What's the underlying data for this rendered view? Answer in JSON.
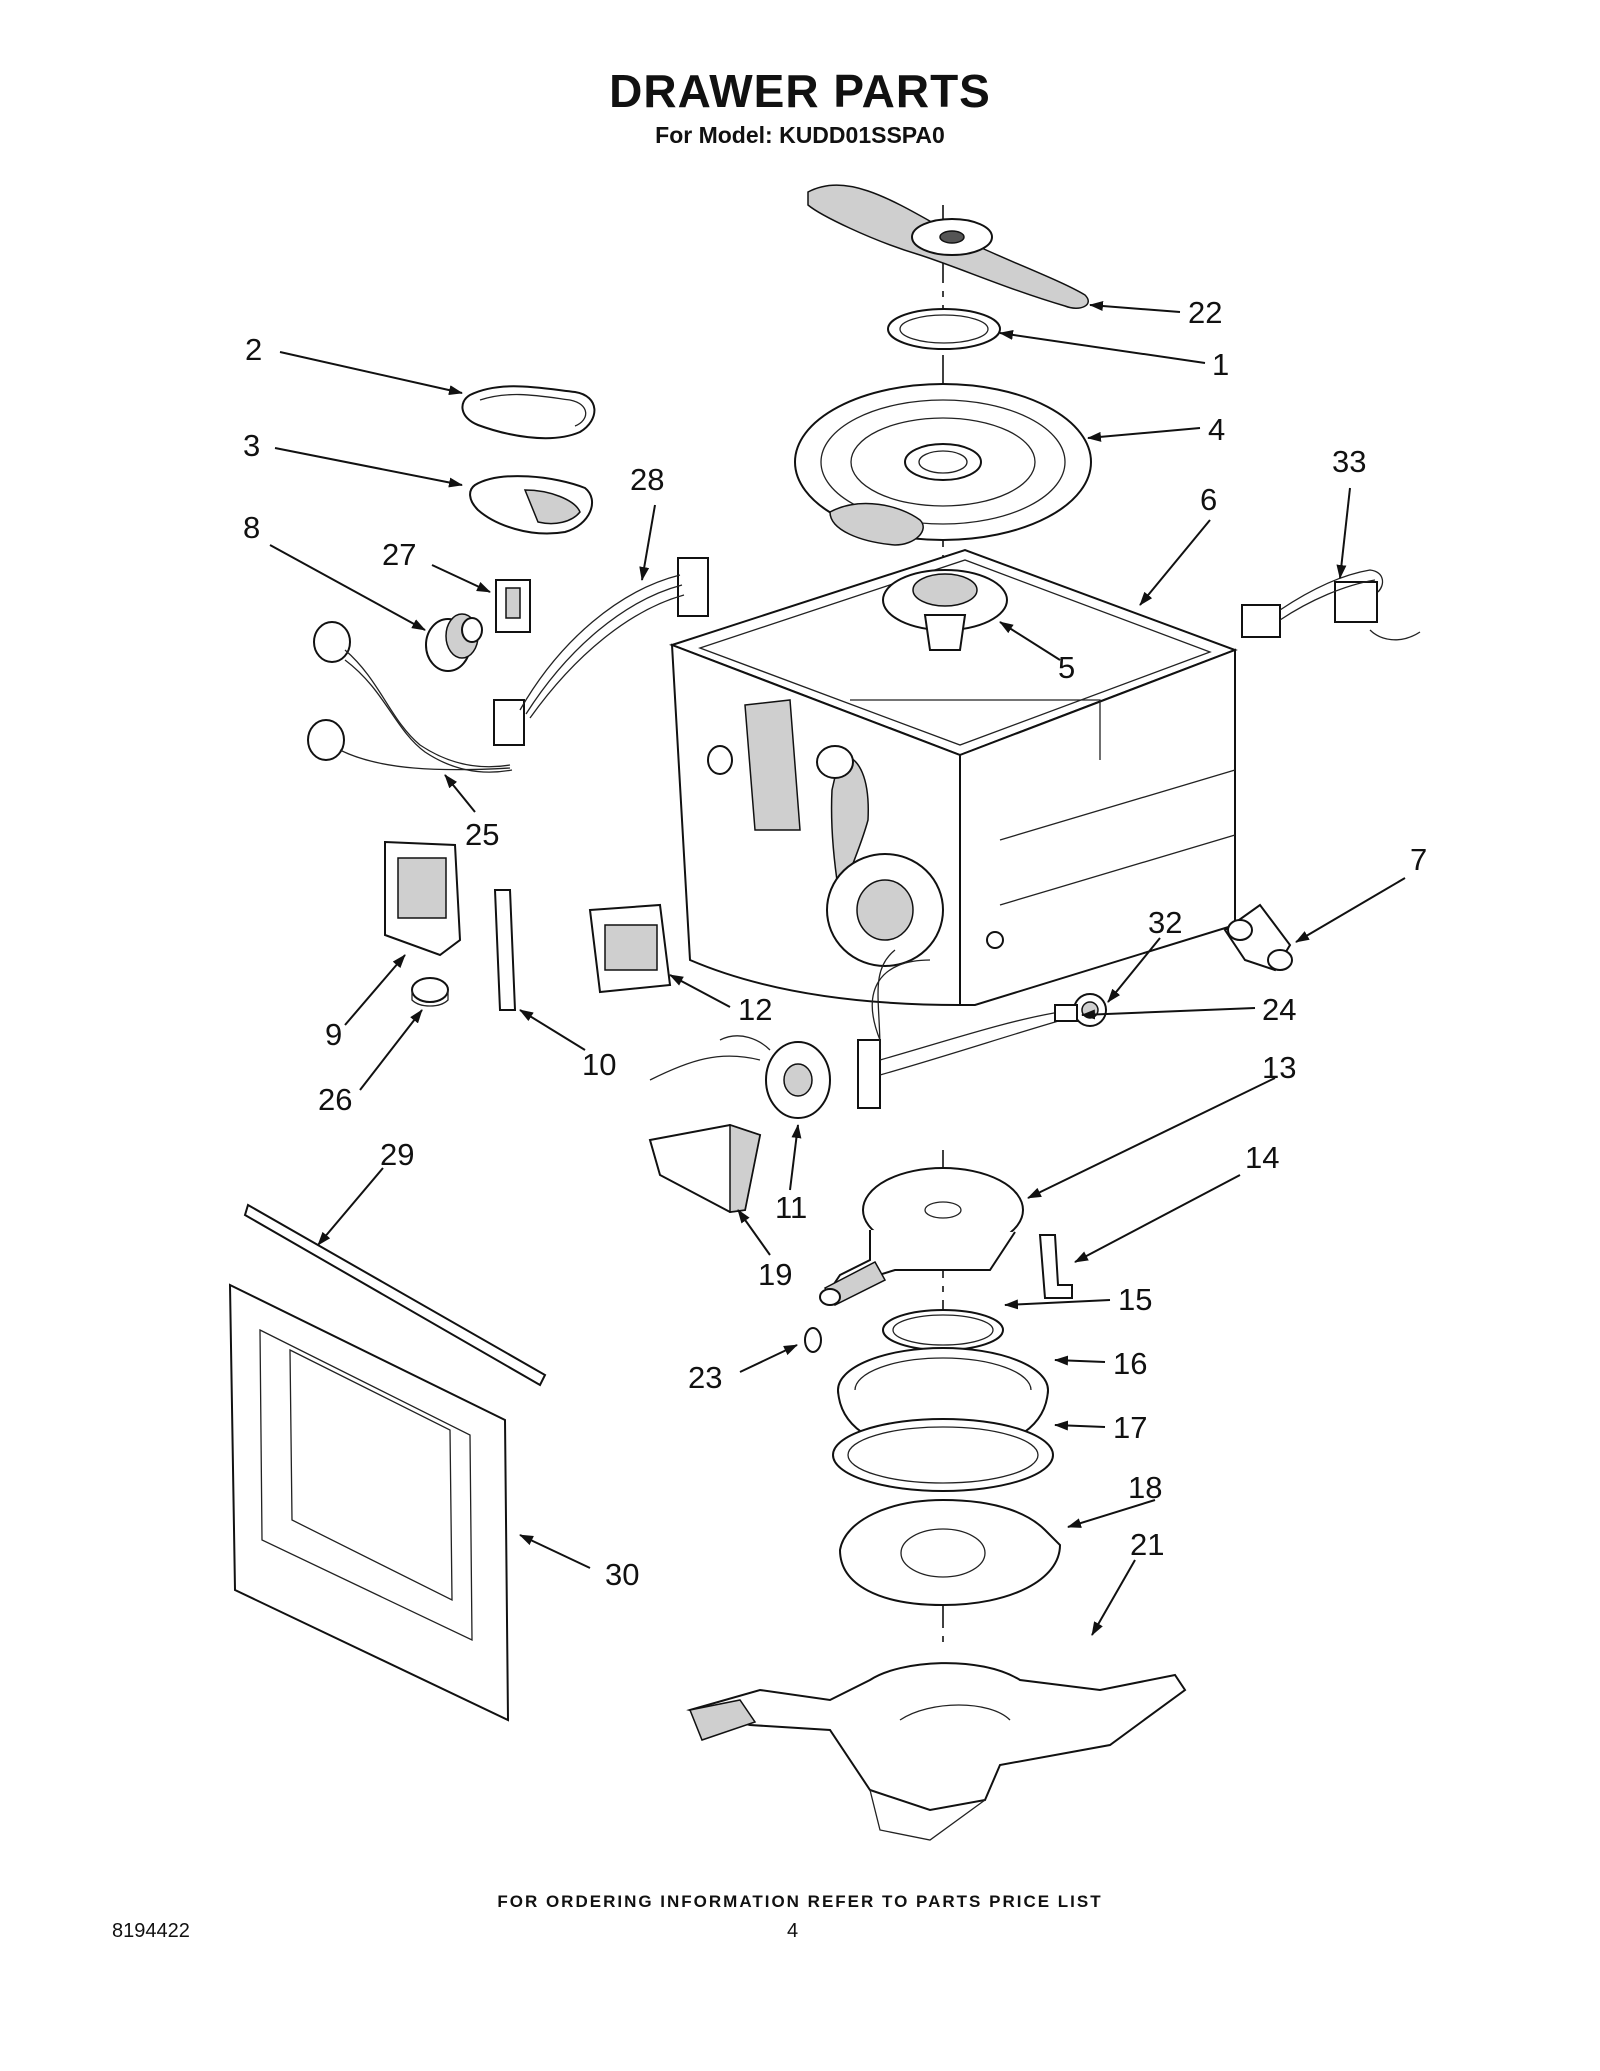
{
  "header": {
    "title": "DRAWER PARTS",
    "subtitle": "For Model: KUDD01SSPA0"
  },
  "callouts": [
    {
      "label": "22"
    },
    {
      "label": "1"
    },
    {
      "label": "2"
    },
    {
      "label": "3"
    },
    {
      "label": "4"
    },
    {
      "label": "33"
    },
    {
      "label": "28"
    },
    {
      "label": "8"
    },
    {
      "label": "27"
    },
    {
      "label": "6"
    },
    {
      "label": "5"
    },
    {
      "label": "25"
    },
    {
      "label": "7"
    },
    {
      "label": "32"
    },
    {
      "label": "12"
    },
    {
      "label": "24"
    },
    {
      "label": "9"
    },
    {
      "label": "10"
    },
    {
      "label": "13"
    },
    {
      "label": "26"
    },
    {
      "label": "11"
    },
    {
      "label": "14"
    },
    {
      "label": "29"
    },
    {
      "label": "19"
    },
    {
      "label": "15"
    },
    {
      "label": "23"
    },
    {
      "label": "16"
    },
    {
      "label": "17"
    },
    {
      "label": "18"
    },
    {
      "label": "21"
    },
    {
      "label": "30"
    }
  ],
  "footer": {
    "note": "FOR ORDERING INFORMATION REFER TO PARTS PRICE LIST",
    "doc_number": "8194422",
    "page_number": "4"
  }
}
